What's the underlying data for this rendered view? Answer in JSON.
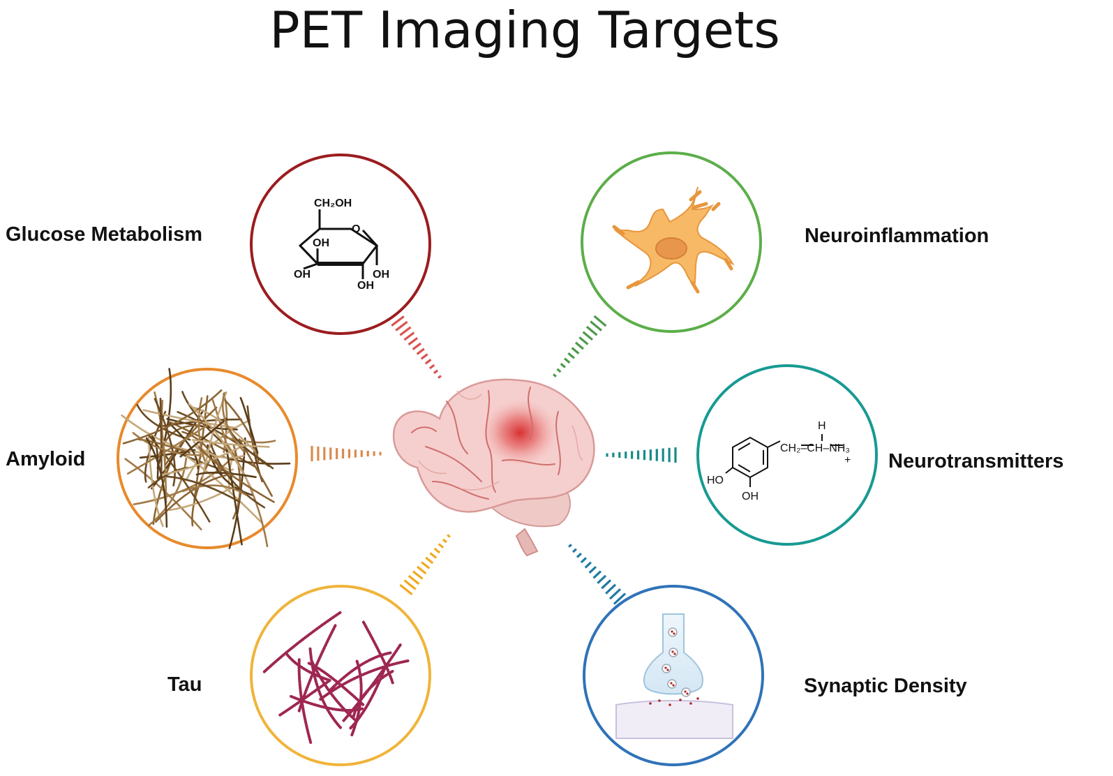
{
  "title": "PET Imaging Targets",
  "targets": {
    "glucose": {
      "label": "Glucose Metabolism",
      "color": "#9b1c1f",
      "dash_color": "#d9534f",
      "icon": "glucose-molecule-icon",
      "chem": {
        "top": "CH₂OH",
        "ring_o": "O",
        "oh_inner": "OH",
        "oh_left": "OH",
        "oh_bottom": "OH",
        "oh_right": "OH"
      }
    },
    "neuro": {
      "label": "Neuroinflammation",
      "color": "#5cae4a",
      "dash_color": "#4c9a4a",
      "icon": "microglia-cell-icon"
    },
    "amyloid": {
      "label": "Amyloid",
      "color": "#e88a2c",
      "dash_color": "#d98b4e",
      "icon": "amyloid-fibrils-icon"
    },
    "transmitters": {
      "label": "Neurotransmitters",
      "color": "#179a92",
      "dash_color": "#178a8a",
      "icon": "dopamine-molecule-icon",
      "chem": {
        "h": "H",
        "chain": "CH₂–CH–NH₃",
        "plus": "+",
        "ho": "HO",
        "oh": "OH"
      }
    },
    "tau": {
      "label": "Tau",
      "color": "#f0b43a",
      "dash_color": "#f2a91f",
      "icon": "tau-tangles-icon"
    },
    "synaptic": {
      "label": "Synaptic Density",
      "color": "#2f73b8",
      "dash_color": "#1f7aa6",
      "icon": "synapse-icon"
    }
  },
  "center_icon": "brain-icon"
}
